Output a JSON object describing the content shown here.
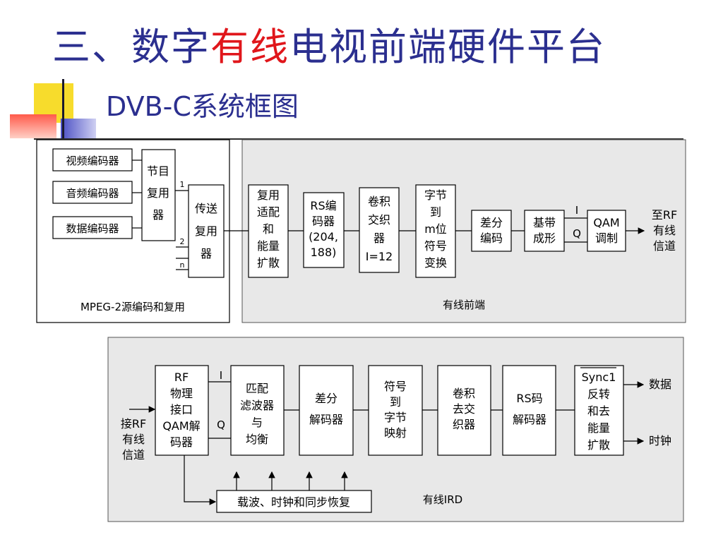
{
  "title": {
    "part1": "三、数字",
    "part2": "有线",
    "part3": "电视前端硬件平台"
  },
  "subtitle": "DVB-C系统框图",
  "top": {
    "mpeg_caption": "MPEG-2源编码和复用",
    "front_caption": "有线前端",
    "video_enc": "视频编码器",
    "audio_enc": "音频编码器",
    "data_enc": "数据编码器",
    "prog_mux": [
      "节目",
      "复用",
      "器"
    ],
    "trans_mux": [
      "传送",
      "复用",
      "器"
    ],
    "ch1": "1",
    "ch2": "2",
    "chn": "n",
    "mux_adapt": [
      "复用",
      "适配",
      "和",
      "能量",
      "扩散"
    ],
    "rs_enc": [
      "RS编",
      "码器",
      "(204,",
      "188)"
    ],
    "conv_inter": [
      "卷积",
      "交织",
      "器",
      "I=12"
    ],
    "byte_map": [
      "字节",
      "到",
      "m位",
      "符号",
      "变换"
    ],
    "diff_enc": [
      "差分",
      "编码"
    ],
    "baseband": [
      "基带",
      "成形"
    ],
    "qam_mod": [
      "QAM",
      "调制"
    ],
    "i_label": "I",
    "q_label": "Q",
    "to_rf": [
      "至RF",
      "有线",
      "信道"
    ]
  },
  "bottom": {
    "ird_caption": "有线IRD",
    "from_rf": [
      "接RF",
      "有线",
      "信道"
    ],
    "rf_if": [
      "RF",
      "物理",
      "接口",
      "QAM解",
      "码器"
    ],
    "match_filter": [
      "匹配",
      "滤波器",
      "与",
      "均衡"
    ],
    "diff_dec": [
      "差分",
      "解码器"
    ],
    "sym_byte": [
      "符号",
      "到",
      "字节",
      "映射"
    ],
    "deinter": [
      "卷积",
      "去交",
      "织器"
    ],
    "rs_dec": [
      "RS码",
      "解码器"
    ],
    "sync_inv": [
      "Sync1",
      "反转",
      "和去",
      "能量",
      "扩散"
    ],
    "data_out": "数据",
    "clock_out": "时钟",
    "recovery": "载波、时钟和同步恢复",
    "i_label": "I",
    "q_label": "Q"
  }
}
